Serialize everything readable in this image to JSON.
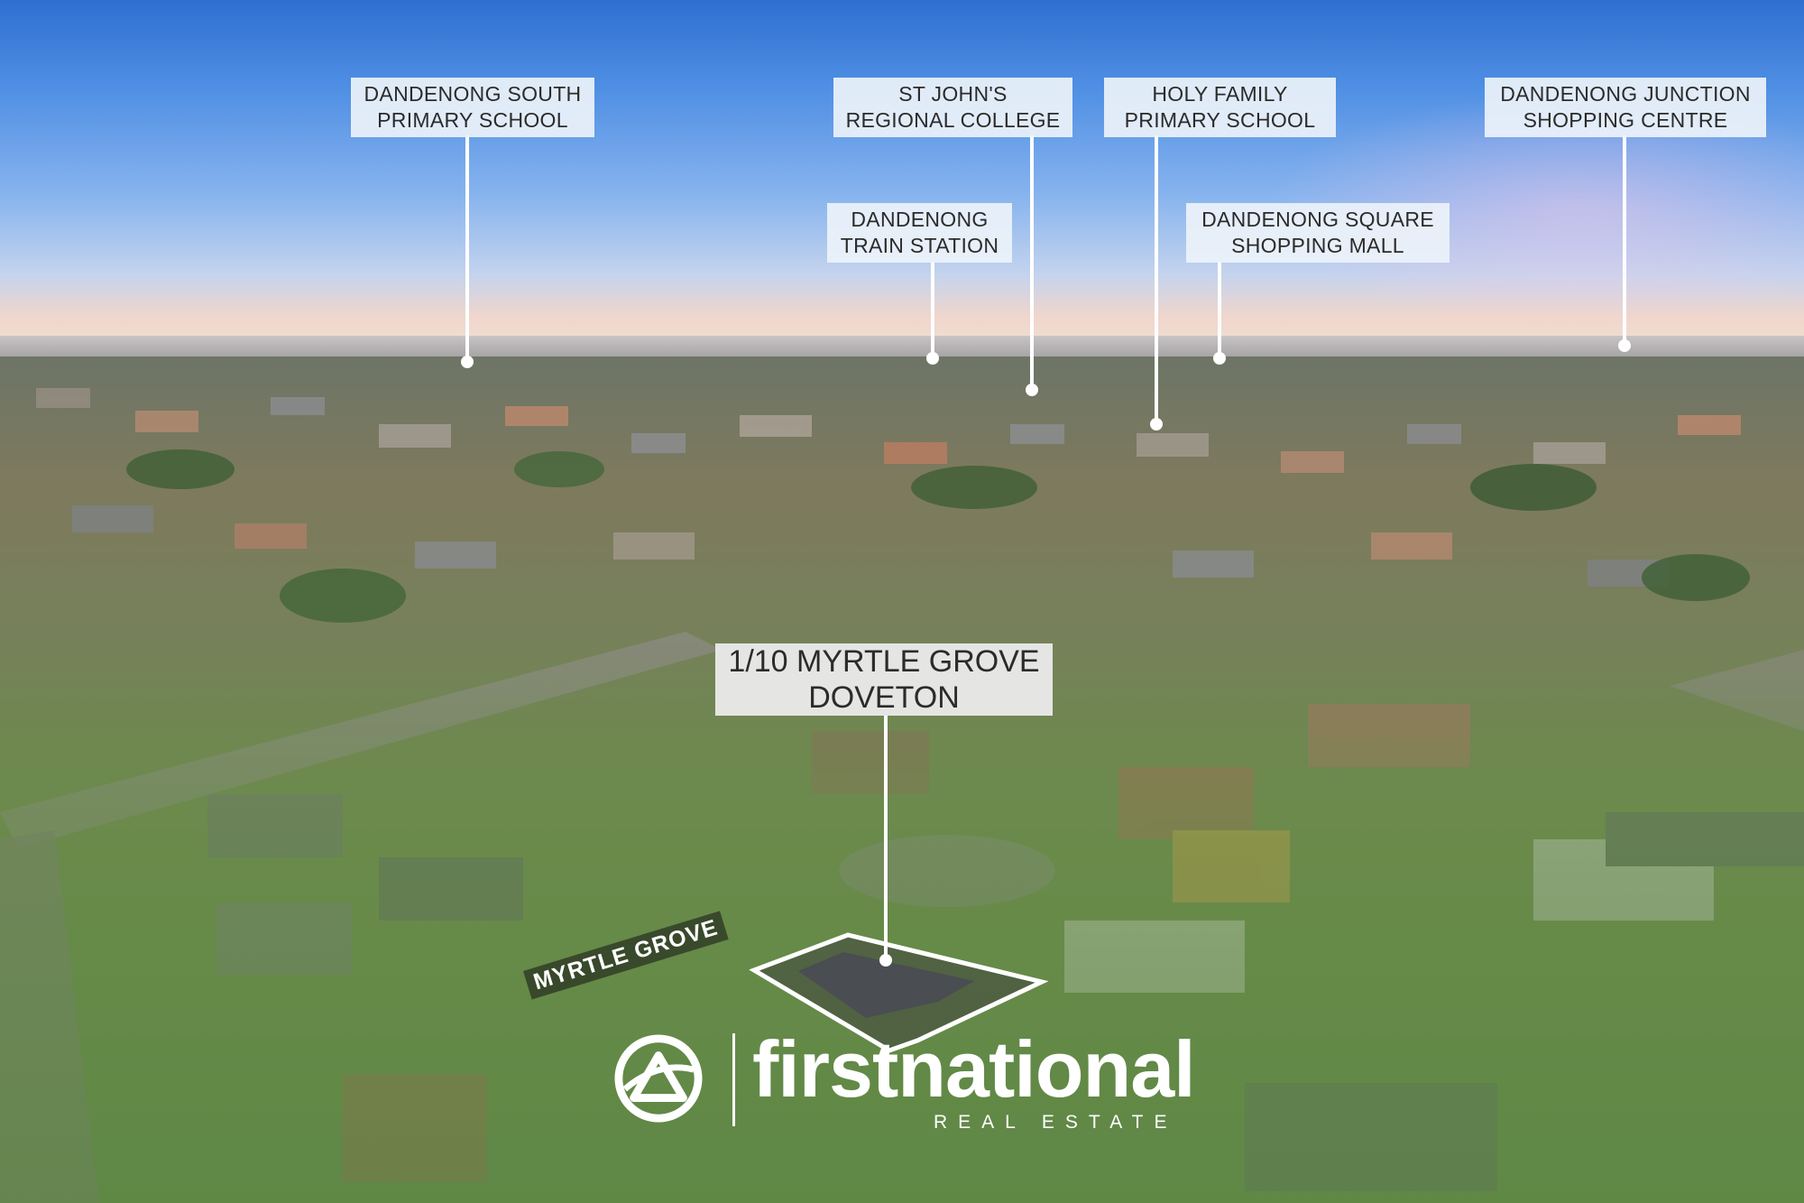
{
  "poi_labels": {
    "dandenong_south_primary": "DANDENONG SOUTH\nPRIMARY SCHOOL",
    "st_johns_regional_college": "ST JOHN'S\nREGIONAL COLLEGE",
    "holy_family_primary": "HOLY FAMILY\nPRIMARY SCHOOL",
    "dandenong_junction": "DANDENONG JUNCTION\nSHOPPING CENTRE",
    "dandenong_train_station": "DANDENONG\nTRAIN STATION",
    "dandenong_square": "DANDENONG SQUARE\nSHOPPING MALL"
  },
  "property_label": "1/10 MYRTLE GROVE\nDOVETON",
  "street_label": "MYRTLE GROVE",
  "logo": {
    "brand": "firstnational",
    "tagline": "REAL ESTATE"
  },
  "colors": {
    "sky_top": "#2f6fd0",
    "label_bg": "#ecf2fa",
    "brand_white": "#ffffff"
  }
}
